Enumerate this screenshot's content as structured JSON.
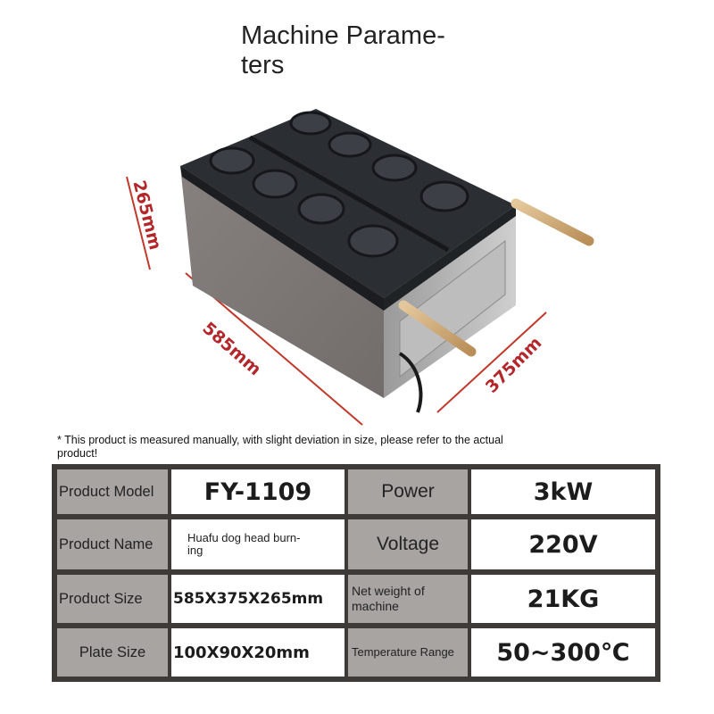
{
  "title": "Machine Parame-\nters",
  "dimensions": {
    "height": "265mm",
    "length": "585mm",
    "width": "375mm"
  },
  "note": "* This product is measured manually, with slight deviation in size, please refer to the actual product!",
  "specs": {
    "model_label": "Product Model",
    "model_value": "FY-1109",
    "name_label": "Product Name",
    "name_value": "Huafu dog head burn-\ning",
    "size_label": "Product Size",
    "size_value": "585X375X265mm",
    "plate_label": "Plate Size",
    "plate_value": "100X90X20mm",
    "power_label": "Power",
    "power_value": "3kW",
    "voltage_label": "Voltage",
    "voltage_value": "220V",
    "weight_label": "Net weight of machine",
    "weight_value": "21KG",
    "temp_label": "Temperature Range",
    "temp_value": "50~300℃"
  },
  "colors": {
    "dimension_text": "#b3262a",
    "table_border": "#3d3a38",
    "gray_cell": "#a7a4a2"
  }
}
